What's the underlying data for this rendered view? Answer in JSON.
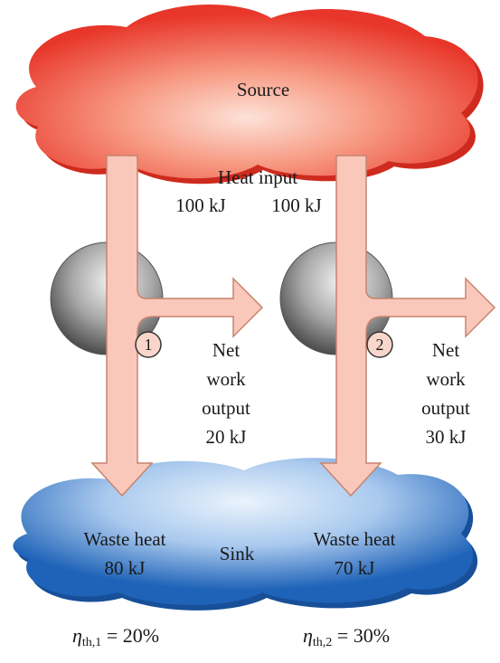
{
  "source": {
    "label": "Source"
  },
  "sink": {
    "label": "Sink"
  },
  "heat_input": {
    "caption": "Heat input",
    "engine1": "100 kJ",
    "engine2": "100 kJ"
  },
  "engine1": {
    "number": "1",
    "net_work": [
      "Net",
      "work",
      "output",
      "20 kJ"
    ],
    "waste_heat": [
      "Waste heat",
      "80 kJ"
    ],
    "efficiency": {
      "symbol": "η",
      "sub": "th,1",
      "value": "= 20%"
    }
  },
  "engine2": {
    "number": "2",
    "net_work": [
      "Net",
      "work",
      "output",
      "30 kJ"
    ],
    "waste_heat": [
      "Waste heat",
      "70 kJ"
    ],
    "efficiency": {
      "symbol": "η",
      "sub": "th,2",
      "value": "= 30%"
    }
  },
  "colors": {
    "source_red": "#e8362a",
    "source_light": "#fbd0c4",
    "sink_blue": "#1f63b8",
    "sink_light": "#cfe2f7",
    "arrow_fill": "#f9c8bb",
    "arrow_stroke": "#c7836e",
    "engine_gray": "#9a9a9a"
  }
}
